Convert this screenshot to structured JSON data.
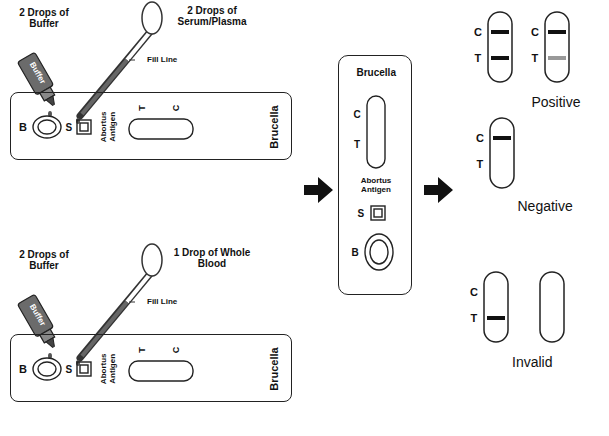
{
  "diagram": {
    "nodes": [
      {
        "text": [
          "B",
          "S",
          "Abortus Antigen",
          "T",
          "C",
          "Brucella"
        ]
      },
      {
        "text": [
          "B",
          "S",
          "Abortus Antigen",
          "T",
          "C",
          "Brucella"
        ]
      },
      {
        "text": [
          "Brucella",
          "C",
          "T",
          "Abortus Antigen",
          "S",
          "B"
        ]
      }
    ],
    "labels": [
      "2 Drops of Buffer",
      "2 Drops of Serum/Plasma",
      "Fill Line",
      "Buffer",
      "2 Drops of Buffer",
      "1 Drop of Whole Blood",
      "Fill Line",
      "Buffer",
      "C",
      "T",
      "C",
      "T",
      "Positive",
      "C",
      "T",
      "Negative",
      "C",
      "T",
      "Invalid"
    ]
  }
}
